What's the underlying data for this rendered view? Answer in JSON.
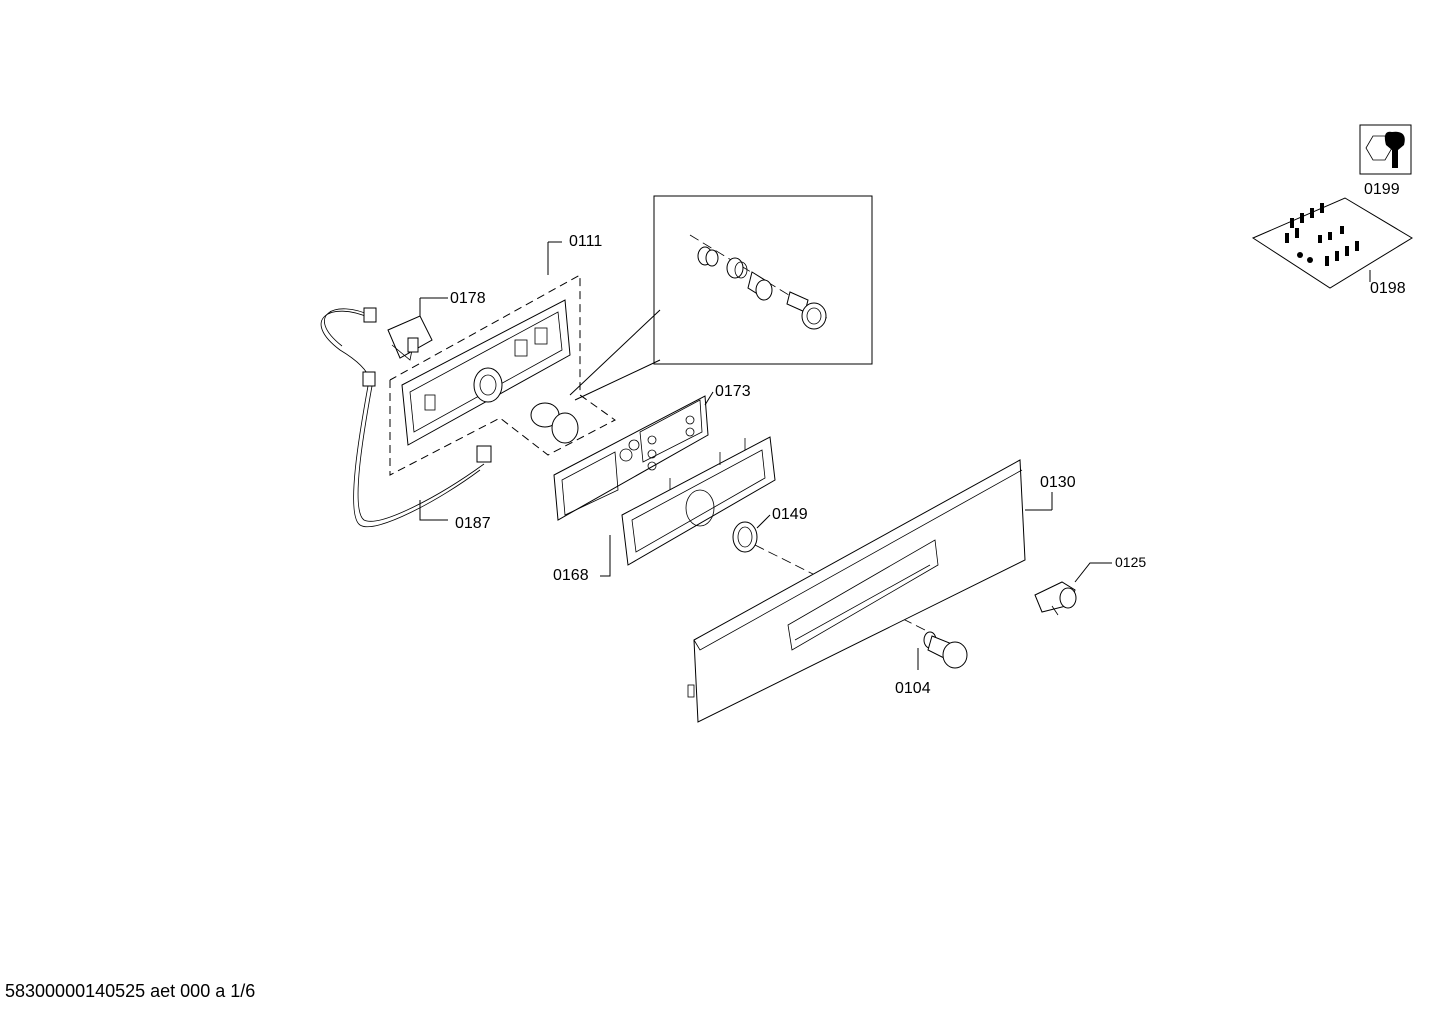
{
  "footer": {
    "document_code": "58300000140525 aet 000 a 1/6"
  },
  "parts": {
    "p0111": "0111",
    "p0178": "0178",
    "p0187": "0187",
    "p0173": "0173",
    "p0168": "0168",
    "p0149": "0149",
    "p0130": "0130",
    "p0125": "0125",
    "p0104": "0104",
    "p0199": "0199",
    "p0198": "0198"
  },
  "icons": {
    "tool": "wrench-nut-icon",
    "screws": "screw-bag-icon"
  }
}
